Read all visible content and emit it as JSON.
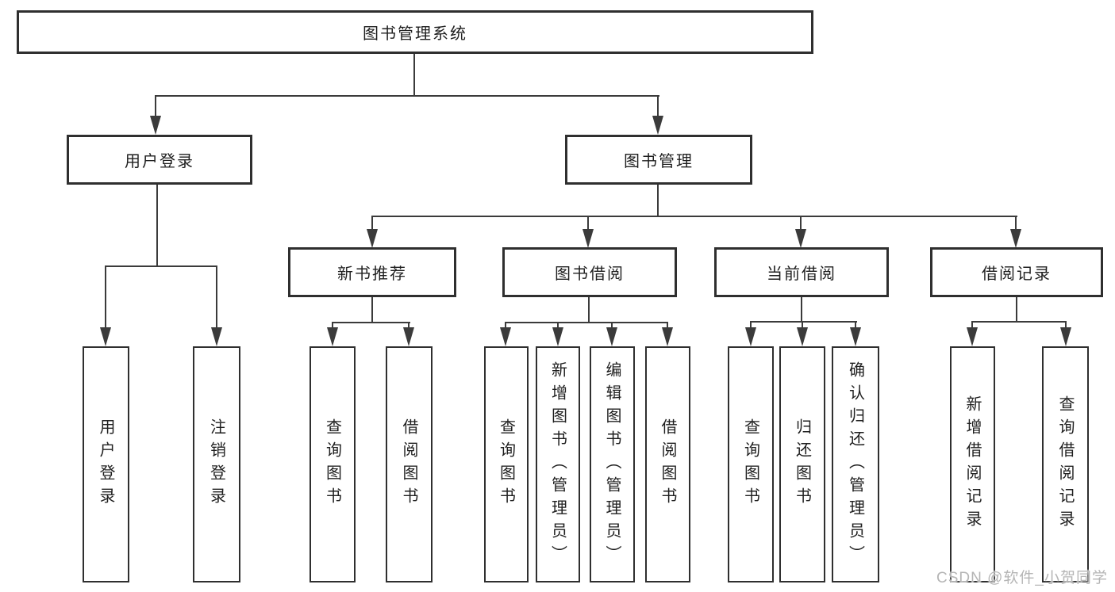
{
  "nodes": {
    "root": "图书管理系统",
    "user_login": "用户登录",
    "book_management": "图书管理",
    "new_book_recommend": "新书推荐",
    "book_borrowing": "图书借阅",
    "current_borrowing": "当前借阅",
    "borrowing_records": "借阅记录"
  },
  "leaves": {
    "user_login": [
      "用户登录",
      "注销登录"
    ],
    "new_book_recommend": [
      "查询图书",
      "借阅图书"
    ],
    "book_borrowing": [
      "查询图书",
      "新增图书（管理员）",
      "编辑图书（管理员）",
      "借阅图书"
    ],
    "current_borrowing": [
      "查询图书",
      "归还图书",
      "确认归还（管理员）"
    ],
    "borrowing_records": [
      "新增借阅记录",
      "查询借阅记录"
    ]
  },
  "watermark": "CSDN @软件_小贺同学",
  "colors": {
    "line": "#3b3b3b",
    "border": "#2f2f2f",
    "background": "#ffffff",
    "text": "#1f1f1f",
    "watermark": "#b5b5b5"
  }
}
